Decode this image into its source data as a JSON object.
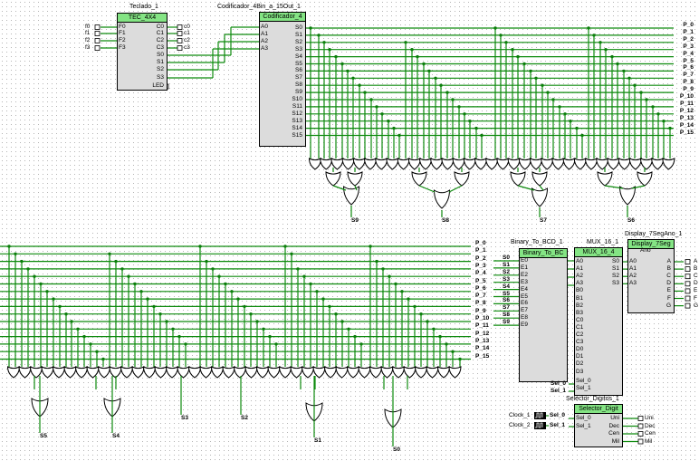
{
  "components": {
    "teclado": {
      "instance": "Teclado_1",
      "type": "TEC_4X4",
      "inputs": [
        "F0",
        "F1",
        "F2",
        "F3"
      ],
      "ext_inputs": [
        "f0",
        "f1",
        "f2",
        "f3"
      ],
      "outputs": [
        "C0",
        "C1",
        "C2",
        "C3",
        "S0",
        "S1",
        "S2",
        "S3",
        "LED"
      ],
      "ext_outputs": [
        "c0",
        "c1",
        "c2",
        "c3"
      ],
      "led_label": "LED"
    },
    "codificador": {
      "instance": "Codificador_4Bin_a_15Out_1",
      "type": "Codificador_4",
      "inputs": [
        "A0",
        "A1",
        "A2",
        "A3"
      ],
      "outputs": [
        "S0",
        "S1",
        "S2",
        "S3",
        "S4",
        "S5",
        "S6",
        "S7",
        "S8",
        "S9",
        "S10",
        "S11",
        "S12",
        "S13",
        "S14",
        "S15"
      ]
    },
    "binary_to_bcd": {
      "instance": "Binary_To_BCD_1",
      "type": "Binary_To_BC",
      "inputs": [
        "E0",
        "E1",
        "E2",
        "E3",
        "E4",
        "E5",
        "E6",
        "E7",
        "E8",
        "E9"
      ]
    },
    "mux": {
      "instance": "MUX_16_1",
      "type": "MUX_16_4",
      "inputs": [
        "A0",
        "A1",
        "A2",
        "A3",
        "B0",
        "B1",
        "B2",
        "B3",
        "C0",
        "C1",
        "C2",
        "C3",
        "D0",
        "D1",
        "D2",
        "D3",
        "Sel_0",
        "Sel_1"
      ],
      "outputs": [
        "S0",
        "S1",
        "S2",
        "S3"
      ]
    },
    "display": {
      "instance": "Display_7SegAno_1",
      "type_line1": "Display_7Seg",
      "type_line2": "Ano",
      "inputs": [
        "A0",
        "A1",
        "A2",
        "A3"
      ],
      "outputs": [
        "A",
        "B",
        "C",
        "D",
        "E",
        "F",
        "G"
      ],
      "ext_outputs": [
        "A",
        "B",
        "C",
        "D",
        "E",
        "F",
        "G"
      ]
    },
    "selector": {
      "instance": "Selector_Digitos_1",
      "type": "Selector_Digit",
      "inputs": [
        "Sel_0",
        "Sel_1"
      ],
      "outputs": [
        "Uni",
        "Dec",
        "Cen",
        "Mil"
      ],
      "ext_outputs": [
        "Uni",
        "Dec",
        "Cen",
        "Mil"
      ]
    }
  },
  "buses": {
    "top": [
      "P_0",
      "P_1",
      "P_2",
      "P_3",
      "P_4",
      "P_5",
      "P_6",
      "P_7",
      "P_8",
      "P_9",
      "P_10",
      "P_11",
      "P_12",
      "P_13",
      "P_14",
      "P_15"
    ],
    "bottom": [
      "P_0",
      "P_1",
      "P_2",
      "P_3",
      "P_4",
      "P_5",
      "P_6",
      "P_7",
      "P_8",
      "P_9",
      "P_10",
      "P_11",
      "P_12",
      "P_13",
      "P_14",
      "P_15"
    ],
    "bcd_inputs": [
      "S0",
      "S1",
      "S2",
      "S3",
      "S4",
      "S5",
      "S6",
      "S7",
      "S8",
      "S9"
    ]
  },
  "gate_outputs": {
    "top": [
      "S9",
      "S8",
      "S7",
      "S6"
    ],
    "bottom": [
      "S5",
      "S4",
      "S3",
      "S2",
      "S1",
      "S0"
    ]
  },
  "mux_sel_labels": [
    "Sel_0",
    "Sel_1"
  ],
  "clocks": {
    "labels": [
      "Clock_1",
      "Clock_2"
    ],
    "sel_labels": [
      "Sel_0",
      "Sel_1"
    ]
  },
  "colors": {
    "wire": "#0d8a0d",
    "header": "#84e484",
    "body": "#dcdcdc",
    "dot": "#0a7a0a"
  }
}
